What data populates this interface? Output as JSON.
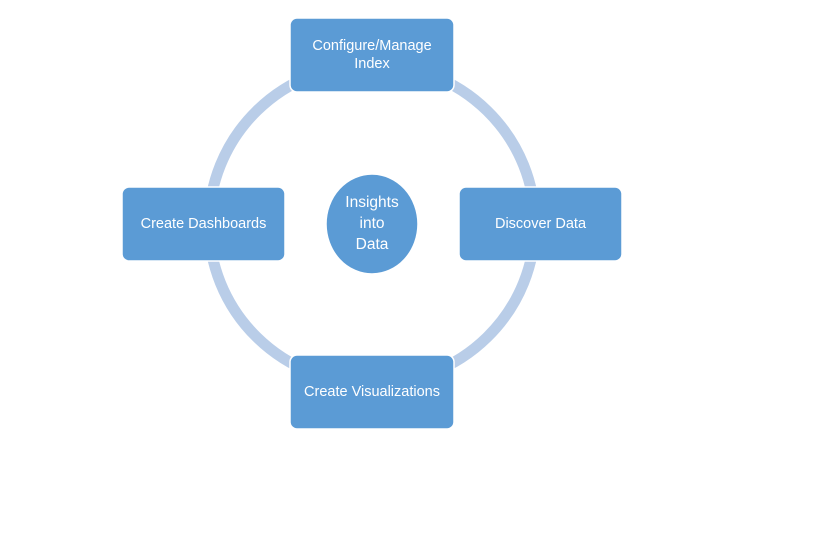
{
  "diagram": {
    "type": "cycle",
    "center": {
      "lines": [
        "Insights",
        "into",
        "Data"
      ]
    },
    "steps": [
      {
        "id": "configure",
        "lines": [
          "Configure/Manage",
          "Index"
        ]
      },
      {
        "id": "discover",
        "lines": [
          "Discover Data"
        ]
      },
      {
        "id": "visualize",
        "lines": [
          "Create Visualizations"
        ]
      },
      {
        "id": "dashboards",
        "lines": [
          "Create Dashboards"
        ]
      }
    ],
    "colors": {
      "box_fill": "#5b9bd5",
      "ring": "#b9cde8",
      "text": "#ffffff",
      "background": "#ffffff"
    }
  }
}
